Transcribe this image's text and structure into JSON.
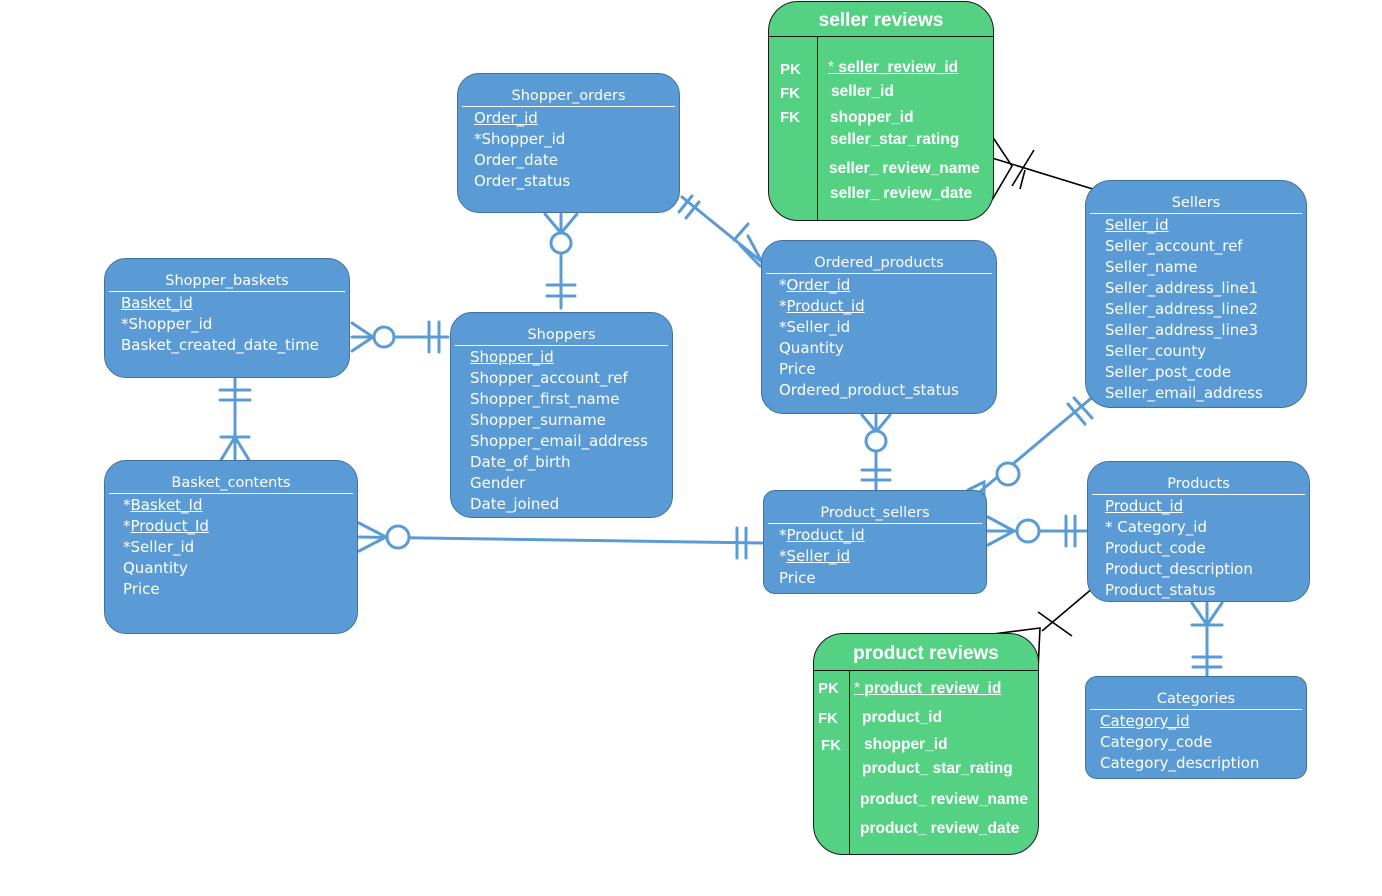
{
  "entities": {
    "shopper_orders": {
      "title": "Shopper_orders",
      "fields": [
        "Order_id",
        "*Shopper_id",
        "Order_date",
        "Order_status"
      ]
    },
    "shopper_baskets": {
      "title": "Shopper_baskets",
      "fields": [
        "Basket_id",
        "*Shopper_id",
        "Basket_created_date_time"
      ]
    },
    "shoppers": {
      "title": "Shoppers",
      "fields": [
        "Shopper_id",
        "Shopper_account_ref",
        "Shopper_first_name",
        "Shopper_surname",
        "Shopper_email_address",
        "Date_of_birth",
        "Gender",
        "Date_joined"
      ]
    },
    "basket_contents": {
      "title": "Basket_contents",
      "fields_pk": [
        "Basket_Id",
        "Product_Id"
      ],
      "fields": [
        "*Seller_id",
        "Quantity",
        "Price"
      ]
    },
    "ordered_products": {
      "title": "Ordered_products",
      "fields_pk": [
        "Order_id",
        "Product_id"
      ],
      "fields": [
        "*Seller_id",
        "Quantity",
        "Price",
        "Ordered_product_status"
      ]
    },
    "product_sellers": {
      "title": "Product_sellers",
      "fields_pk": [
        "Product_id",
        "Seller_id"
      ],
      "fields": [
        "Price"
      ]
    },
    "sellers": {
      "title": "Sellers",
      "fields": [
        "Seller_id",
        "Seller_account_ref",
        "Seller_name",
        "Seller_address_line1",
        "Seller_address_line2",
        "Seller_address_line3",
        "Seller_county",
        "Seller_post_code",
        "Seller_email_address"
      ]
    },
    "products": {
      "title": "Products",
      "fields": [
        "Product_id",
        "* Category_id",
        "Product_code",
        "Product_description",
        "Product_status"
      ]
    },
    "categories": {
      "title": "Categories",
      "fields": [
        "Category_id",
        "Category_code",
        "Category_description"
      ]
    }
  },
  "asterisk": "*",
  "seller_reviews": {
    "title": "seller reviews",
    "keys": [
      "PK",
      "FK",
      "FK"
    ],
    "pk_field": "seller_review_id",
    "fields": [
      "seller_id",
      "shopper_id",
      "seller_star_rating",
      "seller_ review_name",
      "seller_ review_date"
    ]
  },
  "product_reviews": {
    "title": "product reviews",
    "keys": [
      "PK",
      "FK",
      "FK"
    ],
    "pk_field": "product_review_id",
    "fields": [
      "product_id",
      "shopper_id",
      "product_ star_rating",
      "product_ review_name",
      "product_ review_date"
    ]
  },
  "colors": {
    "entity_fill": "#5b9bd5",
    "entity_border": "#41719c",
    "review_fill": "#55d184",
    "connector": "#5b9bd5",
    "review_connector": "#000000"
  }
}
